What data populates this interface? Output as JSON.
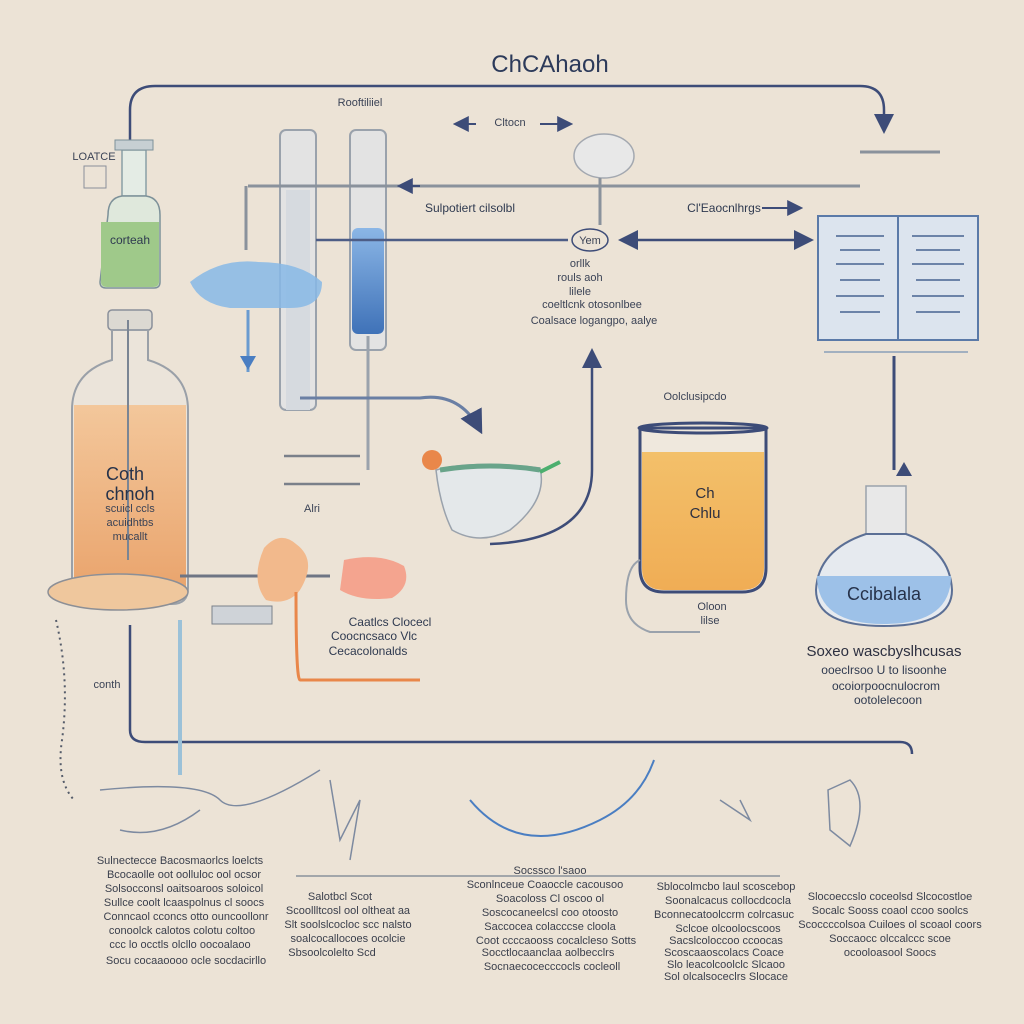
{
  "title": "ChCAhaoh",
  "labels": {
    "top_small": "Rooftiliiel",
    "left_tag": "LOATCE",
    "arrow_label_top": "Cltocn",
    "tube_label": "Sulpotiert cilsolbl",
    "right_arrow_label": "Cl'Eaocnlhrgs",
    "center_node": "Yem",
    "center_lines": [
      "orllk",
      "rouls aoh",
      "lilele",
      "coeltlcnk otosonlbee",
      "Coalsace logangpo, aalye"
    ],
    "small_flask": "corteah",
    "big_bottle_main": [
      "Coth",
      "chnoh"
    ],
    "big_bottle_sub": [
      "scuicl ccls",
      "acuidhtbs",
      "mucallt"
    ],
    "mixer_label": "Alri",
    "pink_text": [
      "Caatlcs Clocecl",
      "Coocncsaco Vlc",
      "Cecacolonalds"
    ],
    "left_lower": "conth",
    "beaker_top": "Oolclusipcdo",
    "beaker_text": [
      "Ch",
      "Chlu"
    ],
    "beaker_below": [
      "Oloon",
      "lilse"
    ],
    "round_flask": "Ccibalala",
    "right_block": [
      "Soxeo wascbyslhcusas",
      "ooeclrsoo U to lisoonhe",
      "ocoiorpoocnulocrom",
      "ootolelecoon"
    ],
    "bottom_col1": [
      "Sulnectecce Bacosmaorlcs loelcts",
      "Bcocaolle oot oolluloc ool ocsor",
      "Solsocconsl oaitsoaroos soloicol",
      "Sullce coolt lcaaspolnus cl soocs",
      "Conncaol cconcs otto ouncoollonr",
      "conoolck calotos colotu coltoo",
      "ccc lo occtls olcllo oocoalaoo",
      "Socu cocaaoooo ocle socdacirllo"
    ],
    "bottom_col2": [
      "Salotbcl Scot",
      "Scoollltcosl ool oltheat aa",
      "Slt soolslcocloc scc nalsto",
      "soalcocallocoes ocolcie",
      "Sbsoolcolelto Scd"
    ],
    "bottom_col3": [
      "Socssco l'saoo",
      "Sconlnceue Coaoccle cacousoo",
      "Soacoloss Cl oscoo ol",
      "Soscocaneelcsl coo otoosto",
      "Saccocea colacccse cloola",
      "Coot ccccaooss cocalcleso Sotts",
      "Socctlocaanclaa aolbecclrs",
      "Socnaecocecccocls cocleoll"
    ],
    "bottom_col4": [
      "Sblocolmcbo laul scoscebop",
      "Soonalcacus collocdcocla",
      "Bconnecatoolccrm colrcasuc",
      "Sclcoe olcoolocscoos",
      "Sacslcoloccoo ccoocas",
      "Scoscaaoscolacs Coace",
      "Slo leacolcoolclc Slcaoo",
      "Sol olcalsoceclrs Slocace"
    ],
    "bottom_col5": [
      "Slocoeccslo coceolsd Slcocostloe",
      "Socalc Sooss coaol ccoo soolcs",
      "Scoccccolsoa Cuiloes ol scoaol coors",
      "Soccaocc olccalccc scoe",
      "ocooloasool Soocs"
    ]
  },
  "colors": {
    "background": "#ece3d6",
    "pipe": "#3d4c78",
    "liquid_green": "#9fc98a",
    "liquid_orange": "#f0b47a",
    "liquid_yellow": "#f1b35e",
    "liquid_blue": "#4a7ec2",
    "liquid_lightblue": "#87b9e6",
    "accent_orange": "#e9874a"
  }
}
